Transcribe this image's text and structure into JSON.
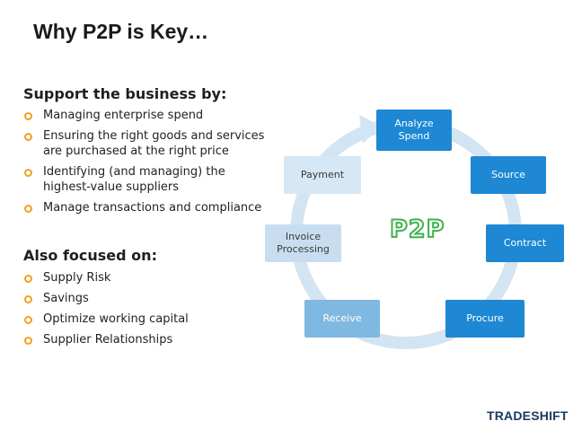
{
  "title": "Why P2P is Key…",
  "support": {
    "heading": "Support the business by:",
    "items": [
      "Managing enterprise spend",
      "Ensuring the right goods and services are purchased at the right price",
      "Identifying (and managing) the highest-value suppliers",
      "Manage transactions and compliance"
    ]
  },
  "also": {
    "heading": "Also focused on:",
    "items": [
      "Supply Risk",
      "Savings",
      "Optimize working capital",
      "Supplier Relationships"
    ]
  },
  "cycle": {
    "center_label": "P2P",
    "steps": {
      "analyze": "Analyze\nSpend",
      "source": "Source",
      "contract": "Contract",
      "procure": "Procure",
      "receive": "Receive",
      "invoice": "Invoice\nProcessing",
      "payment": "Payment"
    }
  },
  "logo": {
    "text": "TRADESHIFT"
  },
  "colors": {
    "box_blue": "#1e88d4",
    "box_faded": "#d6e7f5",
    "ring": "#d3e4f2",
    "bullet": "#f0a020",
    "p2p_green": "#3db24a"
  }
}
